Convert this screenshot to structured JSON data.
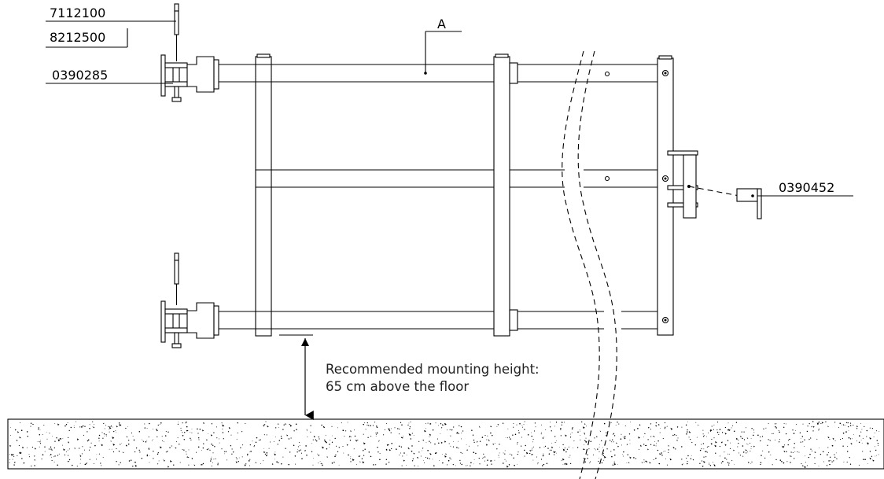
{
  "labels": {
    "bolt_part": "7112100",
    "nut_part": "8212500",
    "hinge_bracket_part": "0390285",
    "top_rail": "A",
    "latch_part": "0390452"
  },
  "note": {
    "line1": "Recommended mounting height:",
    "line2": "65 cm above the floor"
  }
}
